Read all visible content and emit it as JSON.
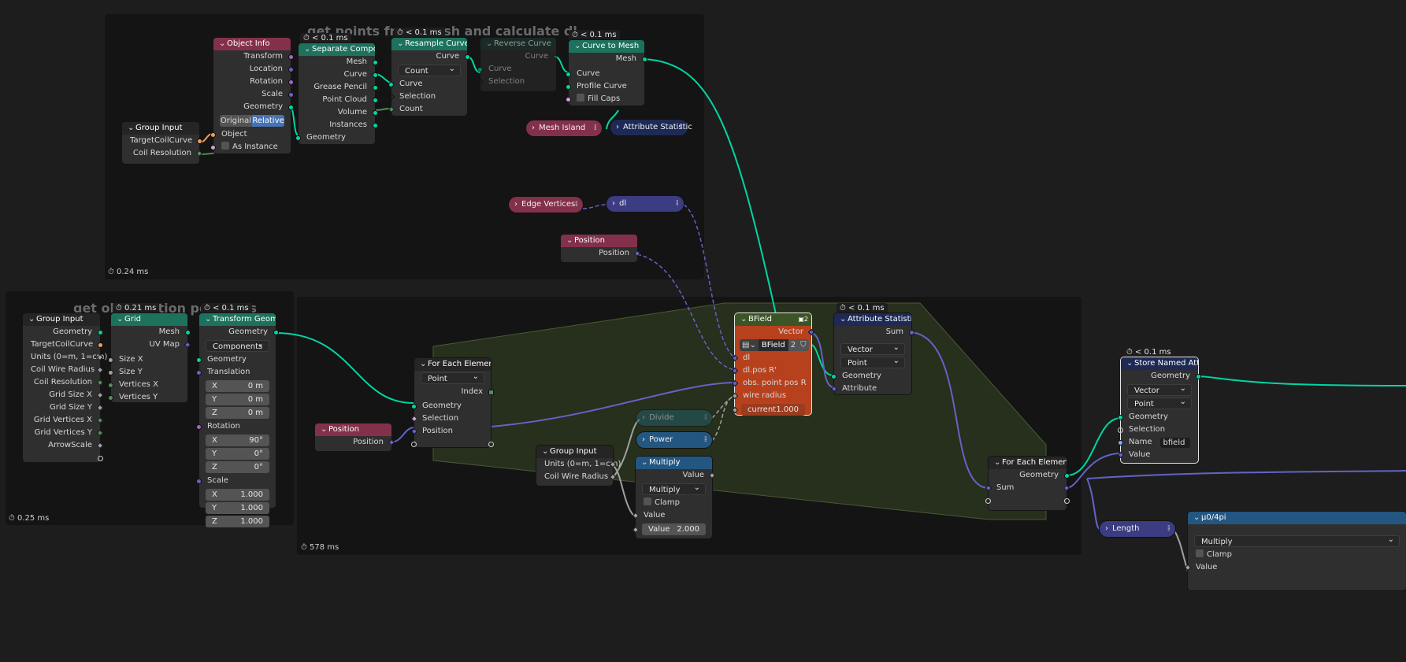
{
  "frames": {
    "top": {
      "label": "get points from mesh and calculate dl",
      "time": "0.24 ms"
    },
    "left": {
      "label": "get observation point pos",
      "time": "0.25 ms"
    },
    "main": {
      "time": "578 ms"
    }
  },
  "timers": {
    "separate": "< 0.1 ms",
    "resample": "< 0.1 ms",
    "curve_to_mesh": "< 0.1 ms",
    "grid": "0.21 ms",
    "transform": "< 0.1 ms",
    "attr_stat": "< 0.1 ms",
    "store_named": "< 0.1 ms"
  },
  "nodes": {
    "object_info": {
      "title": "Object Info",
      "outputs": [
        "Transform",
        "Location",
        "Rotation",
        "Scale",
        "Geometry"
      ],
      "toggle": [
        "Original",
        "Relative"
      ],
      "inputs": [
        "Object",
        "As Instance"
      ]
    },
    "group_input_top": {
      "title": "Group Input",
      "outputs": [
        "TargetCoilCurve",
        "Coil Resolution"
      ]
    },
    "separate_components": {
      "title": "Separate Components",
      "outputs": [
        "Mesh",
        "Curve",
        "Grease Pencil",
        "Point Cloud",
        "Volume",
        "Instances"
      ],
      "inputs": [
        "Geometry"
      ]
    },
    "resample_curve": {
      "title": "Resample Curve",
      "output": "Curve",
      "mode": "Count",
      "inputs": [
        "Curve",
        "Selection",
        "Count"
      ]
    },
    "reverse_curve": {
      "title": "Reverse Curve",
      "output": "Curve",
      "inputs": [
        "Curve",
        "Selection"
      ]
    },
    "curve_to_mesh": {
      "title": "Curve to Mesh",
      "output": "Mesh",
      "inputs": [
        "Curve",
        "Profile Curve",
        "Fill Caps"
      ]
    },
    "mesh_island": {
      "title": "Mesh Island"
    },
    "attribute_statistic_top": {
      "title": "Attribute Statistic"
    },
    "edge_vertices": {
      "title": "Edge Vertices"
    },
    "dl_group": {
      "title": "dl"
    },
    "position_top": {
      "title": "Position",
      "output": "Position"
    },
    "group_input_left": {
      "title": "Group Input",
      "outputs": [
        "Geometry",
        "TargetCoilCurve",
        "Units (0=m, 1=cm)",
        "Coil Wire Radius",
        "Coil Resolution",
        "Grid Size X",
        "Grid Size Y",
        "Grid Vertices X",
        "Grid Vertices Y",
        "ArrowScale"
      ]
    },
    "grid": {
      "title": "Grid",
      "outputs": [
        "Mesh",
        "UV Map"
      ],
      "inputs": [
        "Size X",
        "Size Y",
        "Vertices X",
        "Vertices Y"
      ]
    },
    "transform_geometry": {
      "title": "Transform Geometry",
      "output": "Geometry",
      "mode": "Components",
      "inputs": [
        "Geometry",
        "Translation"
      ],
      "translation": [
        {
          "axis": "X",
          "value": "0 m"
        },
        {
          "axis": "Y",
          "value": "0 m"
        },
        {
          "axis": "Z",
          "value": "0 m"
        }
      ],
      "rotation_label": "Rotation",
      "rotation": [
        {
          "axis": "X",
          "value": "90°"
        },
        {
          "axis": "Y",
          "value": "0°"
        },
        {
          "axis": "Z",
          "value": "0°"
        }
      ],
      "scale_label": "Scale",
      "scale": [
        {
          "axis": "X",
          "value": "1.000"
        },
        {
          "axis": "Y",
          "value": "1.000"
        },
        {
          "axis": "Z",
          "value": "1.000"
        }
      ]
    },
    "for_each_1": {
      "title": "For Each Element",
      "domain": "Point",
      "output": "Index",
      "inputs": [
        "Geometry",
        "Selection",
        "Position"
      ]
    },
    "position_main": {
      "title": "Position",
      "output": "Position"
    },
    "group_input_main": {
      "title": "Group Input",
      "outputs": [
        "Units (0=m, 1=cm)",
        "Coil Wire Radius"
      ]
    },
    "divide": {
      "title": "Divide"
    },
    "power": {
      "title": "Power"
    },
    "multiply": {
      "title": "Multiply",
      "output": "Value",
      "mode": "Multiply",
      "clamp": "Clamp",
      "input": "Value",
      "value_label": "Value",
      "value": "2.000"
    },
    "bfield": {
      "title": "BField",
      "users": "2",
      "output": "Vector",
      "group_name": "BField",
      "group_users": "2",
      "inputs": [
        "dl",
        "dl.pos R'",
        "obs. point pos R",
        "wire radius"
      ],
      "current_label": "current",
      "current_value": "1.000"
    },
    "attribute_statistic_main": {
      "title": "Attribute Statistic",
      "output": "Sum",
      "type": "Vector",
      "domain": "Point",
      "inputs": [
        "Geometry",
        "Attribute"
      ]
    },
    "for_each_2": {
      "title": "For Each Element",
      "outputs": [
        "Geometry",
        "Sum"
      ]
    },
    "store_named": {
      "title": "Store Named Attribute",
      "output": "Geometry",
      "type": "Vector",
      "domain": "Point",
      "inputs": [
        "Geometry",
        "Selection",
        "Name",
        "Value"
      ],
      "name_value": "bfield"
    },
    "length": {
      "title": "Length"
    },
    "mu0": {
      "title": "μ0/4pi",
      "mode": "Multiply",
      "clamp": "Clamp",
      "input": "Value"
    }
  }
}
